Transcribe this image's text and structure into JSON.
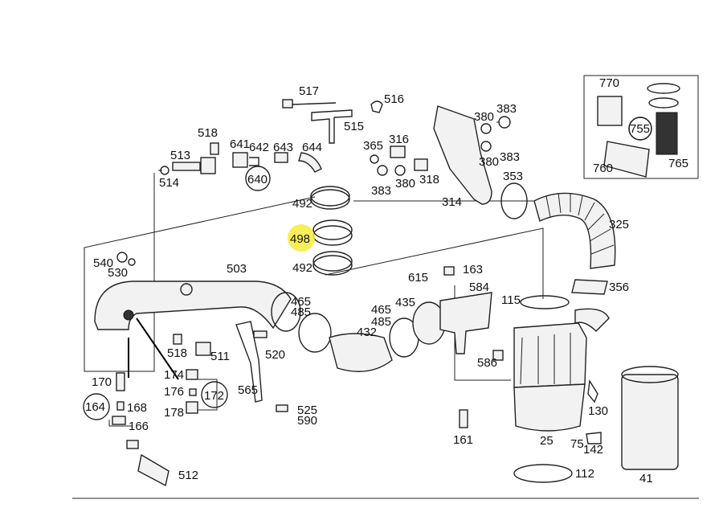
{
  "diagram": {
    "labels": {
      "l517": "517",
      "l516": "516",
      "l515": "515",
      "l518a": "518",
      "l641": "641",
      "l642": "642",
      "l643": "643",
      "l644": "644",
      "l513": "513",
      "l514": "514",
      "l640": "640",
      "l492a": "492",
      "l498": "498",
      "l492b": "492",
      "l365": "365",
      "l316": "316",
      "l383a": "383",
      "l380a": "380",
      "l318": "318",
      "l314": "314",
      "l380b": "380",
      "l383b": "383",
      "l383c": "383",
      "l380c": "380",
      "l353": "353",
      "l325": "325",
      "l356": "356",
      "l770": "770",
      "l755": "755",
      "l760": "760",
      "l765": "765",
      "l540": "540",
      "l530": "530",
      "l503": "503",
      "l615": "615",
      "l163": "163",
      "l584": "584",
      "l115": "115",
      "l465a": "465",
      "l485a": "485",
      "l465b": "465",
      "l435": "435",
      "l485b": "485",
      "l432": "432",
      "l518b": "518",
      "l511": "511",
      "l520": "520",
      "l586": "586",
      "l170": "170",
      "l174": "174",
      "l176": "176",
      "l172": "172",
      "l565": "565",
      "l164": "164",
      "l168": "168",
      "l166": "166",
      "l178": "178",
      "l525": "525",
      "l590": "590",
      "l130": "130",
      "l161": "161",
      "l25": "25",
      "l75": "75",
      "l142": "142",
      "l512": "512",
      "l112": "112",
      "l41": "41"
    },
    "highlight": "#f6ec3c"
  }
}
